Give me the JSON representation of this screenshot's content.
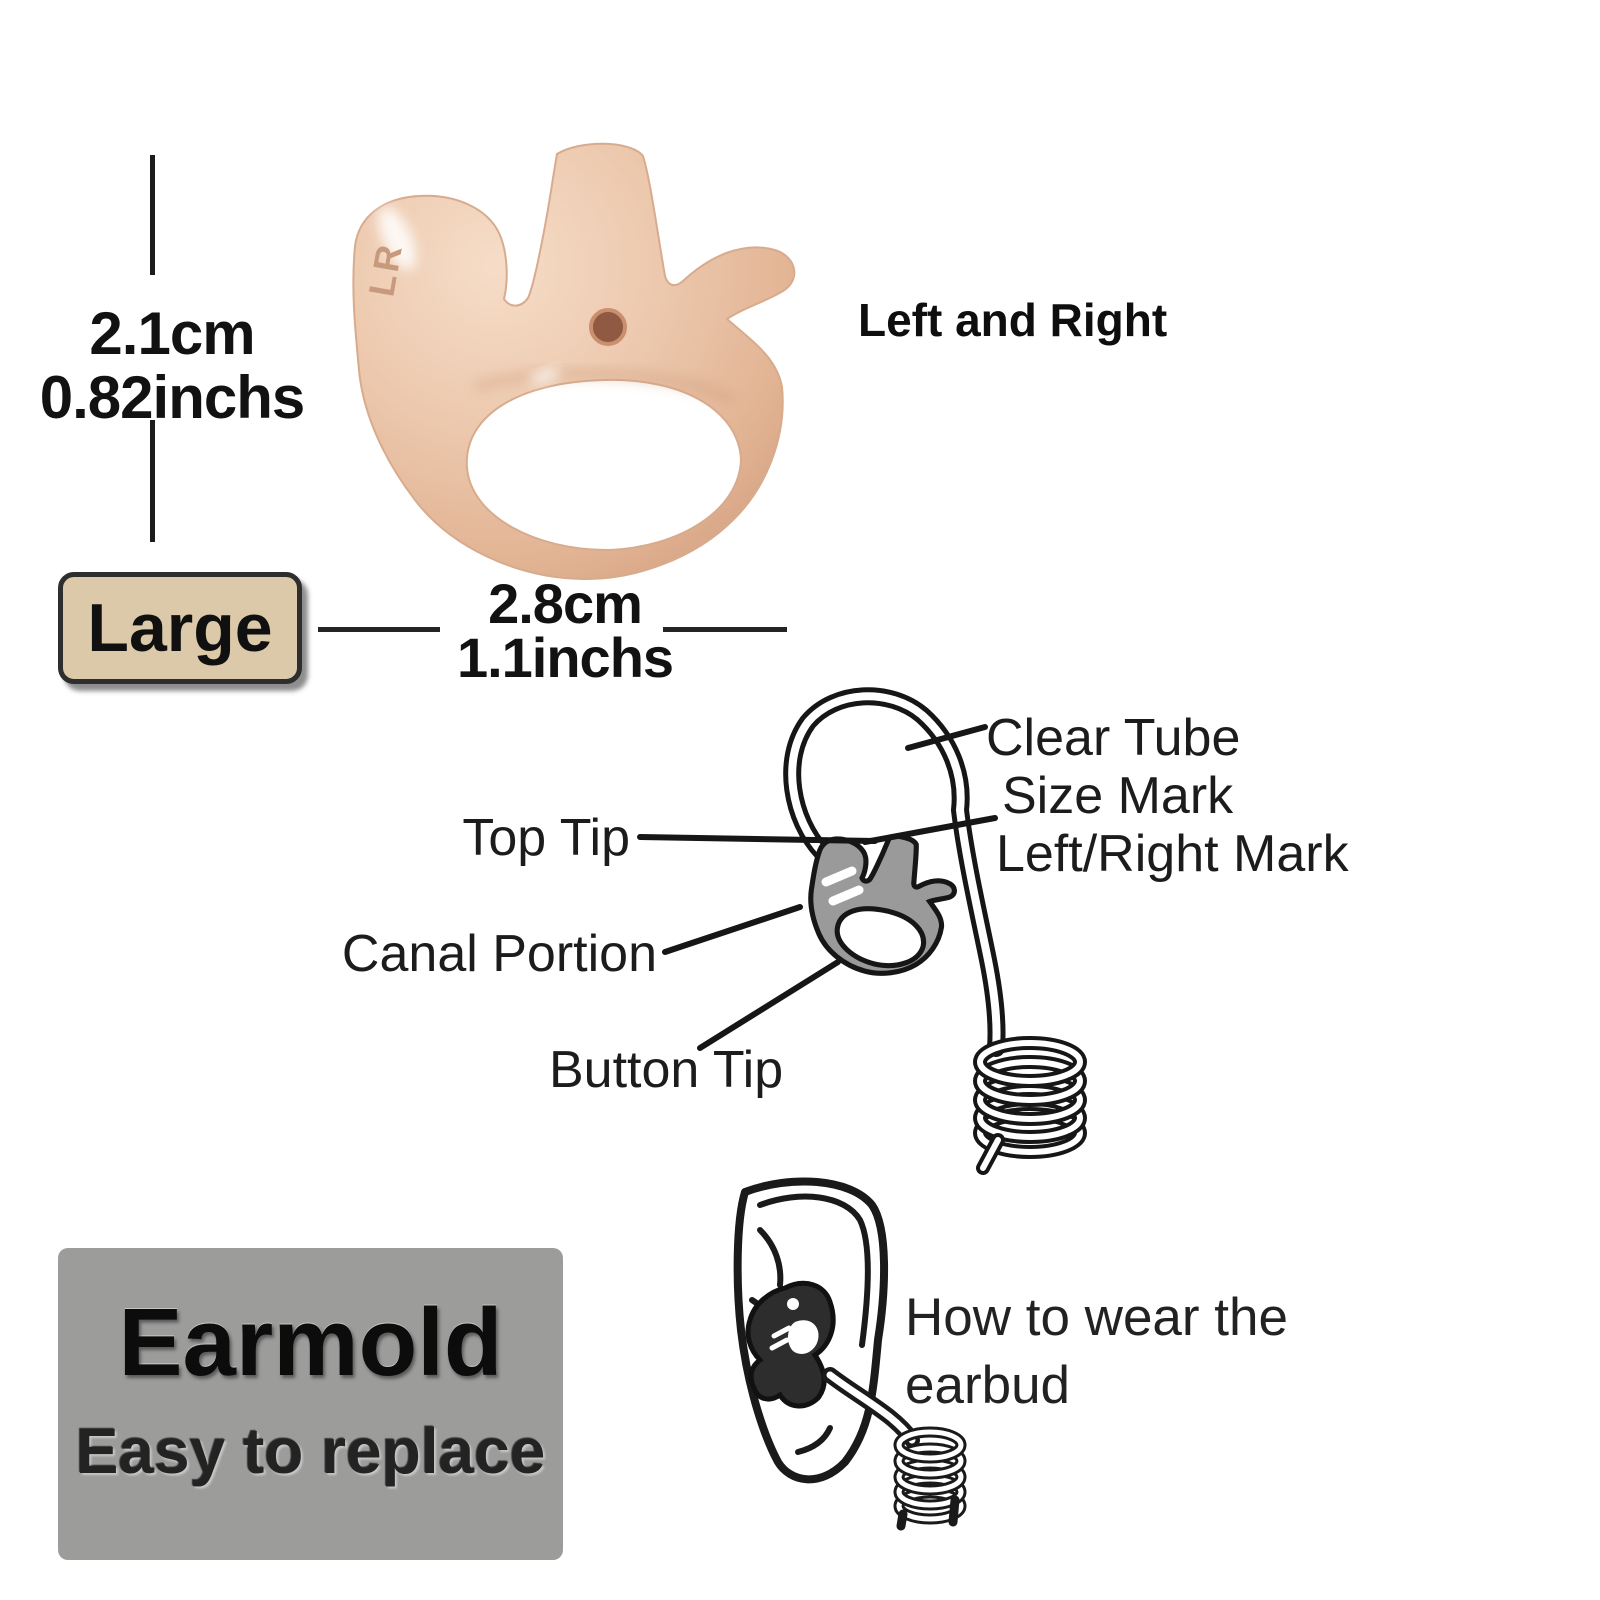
{
  "dimensions": {
    "height_cm": "2.1cm",
    "height_in": "0.82inchs",
    "width_cm": "2.8cm",
    "width_in": "1.1inchs"
  },
  "size_label": "Large",
  "orientation_note": "Left and Right",
  "mold_marking": "LR",
  "parts": {
    "clear_tube": "Clear Tube",
    "size_mark": "Size Mark",
    "left_right_mark": "Left/Right Mark",
    "top_tip": "Top Tip",
    "canal_portion": "Canal Portion",
    "button_tip": "Button Tip"
  },
  "info_box": {
    "title": "Earmold",
    "subtitle": "Easy to replace"
  },
  "wear_instruction": {
    "line1": "How to wear the",
    "line2": "earbud"
  },
  "colors": {
    "flesh": "#ecc8ad",
    "flesh_shadow": "#d5a284",
    "flesh_highlight": "#f6ddc8",
    "badge_bg": "#dbc9a9",
    "info_box_bg": "#9c9c9a",
    "diagram_grey": "#9a9a9a",
    "ink": "#1c1c1c",
    "background": "#ffffff"
  }
}
